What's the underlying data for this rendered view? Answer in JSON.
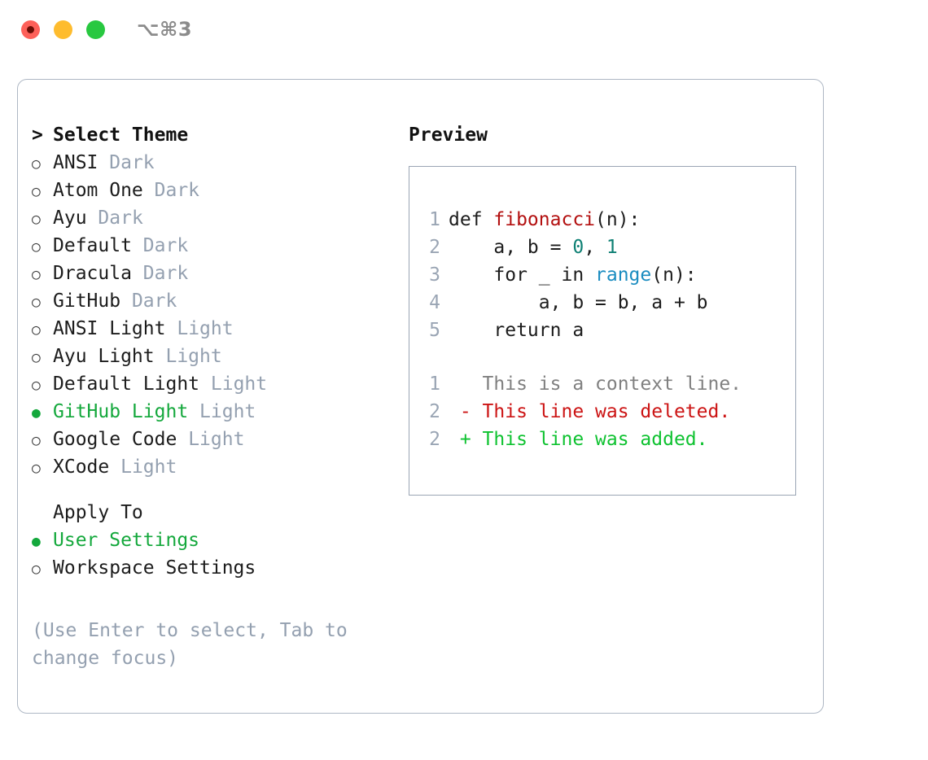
{
  "window": {
    "title": "⌥⌘3",
    "traffic_lights": [
      "close-red",
      "minimize-yellow",
      "maximize-green"
    ],
    "colors": {
      "red": "#fd6059",
      "yellow": "#febc2e",
      "green": "#28c840",
      "accent_green": "#14a83c",
      "muted": "#94a0b0",
      "border": "#aeb7c4",
      "preview_border": "#9aa5b4"
    }
  },
  "theme_panel": {
    "heading": "Select Theme",
    "heading_marker": ">",
    "items": [
      {
        "name": "ANSI",
        "variant": "Dark",
        "selected": false
      },
      {
        "name": "Atom One",
        "variant": "Dark",
        "selected": false
      },
      {
        "name": "Ayu",
        "variant": "Dark",
        "selected": false
      },
      {
        "name": "Default",
        "variant": "Dark",
        "selected": false
      },
      {
        "name": "Dracula",
        "variant": "Dark",
        "selected": false
      },
      {
        "name": "GitHub",
        "variant": "Dark",
        "selected": false
      },
      {
        "name": "ANSI Light",
        "variant": "Light",
        "selected": false
      },
      {
        "name": "Ayu Light",
        "variant": "Light",
        "selected": false
      },
      {
        "name": "Default Light",
        "variant": "Light",
        "selected": false
      },
      {
        "name": "GitHub Light",
        "variant": "Light",
        "selected": true
      },
      {
        "name": "Google Code",
        "variant": "Light",
        "selected": false
      },
      {
        "name": "XCode",
        "variant": "Light",
        "selected": false
      }
    ]
  },
  "apply_to": {
    "heading": "Apply To",
    "options": [
      {
        "name": "User Settings",
        "selected": true
      },
      {
        "name": "Workspace Settings",
        "selected": false
      }
    ]
  },
  "hint": "(Use Enter to select, Tab to change focus)",
  "preview": {
    "title": "Preview",
    "code_lines": [
      {
        "no": "1",
        "tokens": [
          {
            "t": "def ",
            "c": "kw"
          },
          {
            "t": "fibonacci",
            "c": "fn"
          },
          {
            "t": "(n):",
            "c": "plain"
          }
        ]
      },
      {
        "no": "2",
        "tokens": [
          {
            "t": "    a, b = ",
            "c": "plain"
          },
          {
            "t": "0",
            "c": "num"
          },
          {
            "t": ", ",
            "c": "plain"
          },
          {
            "t": "1",
            "c": "num"
          }
        ]
      },
      {
        "no": "3",
        "tokens": [
          {
            "t": "    for _ in ",
            "c": "plain"
          },
          {
            "t": "range",
            "c": "bi"
          },
          {
            "t": "(n):",
            "c": "plain"
          }
        ]
      },
      {
        "no": "4",
        "tokens": [
          {
            "t": "        a, b = b, a + b",
            "c": "plain"
          }
        ]
      },
      {
        "no": "5",
        "tokens": [
          {
            "t": "    return a",
            "c": "plain"
          }
        ]
      }
    ],
    "diff_lines": [
      {
        "no": "1",
        "sign": " ",
        "text": "This is a context line.",
        "kind": "ctx"
      },
      {
        "no": "2",
        "sign": "-",
        "text": "This line was deleted.",
        "kind": "del"
      },
      {
        "no": "2",
        "sign": "+",
        "text": "This line was added.",
        "kind": "add"
      }
    ]
  }
}
